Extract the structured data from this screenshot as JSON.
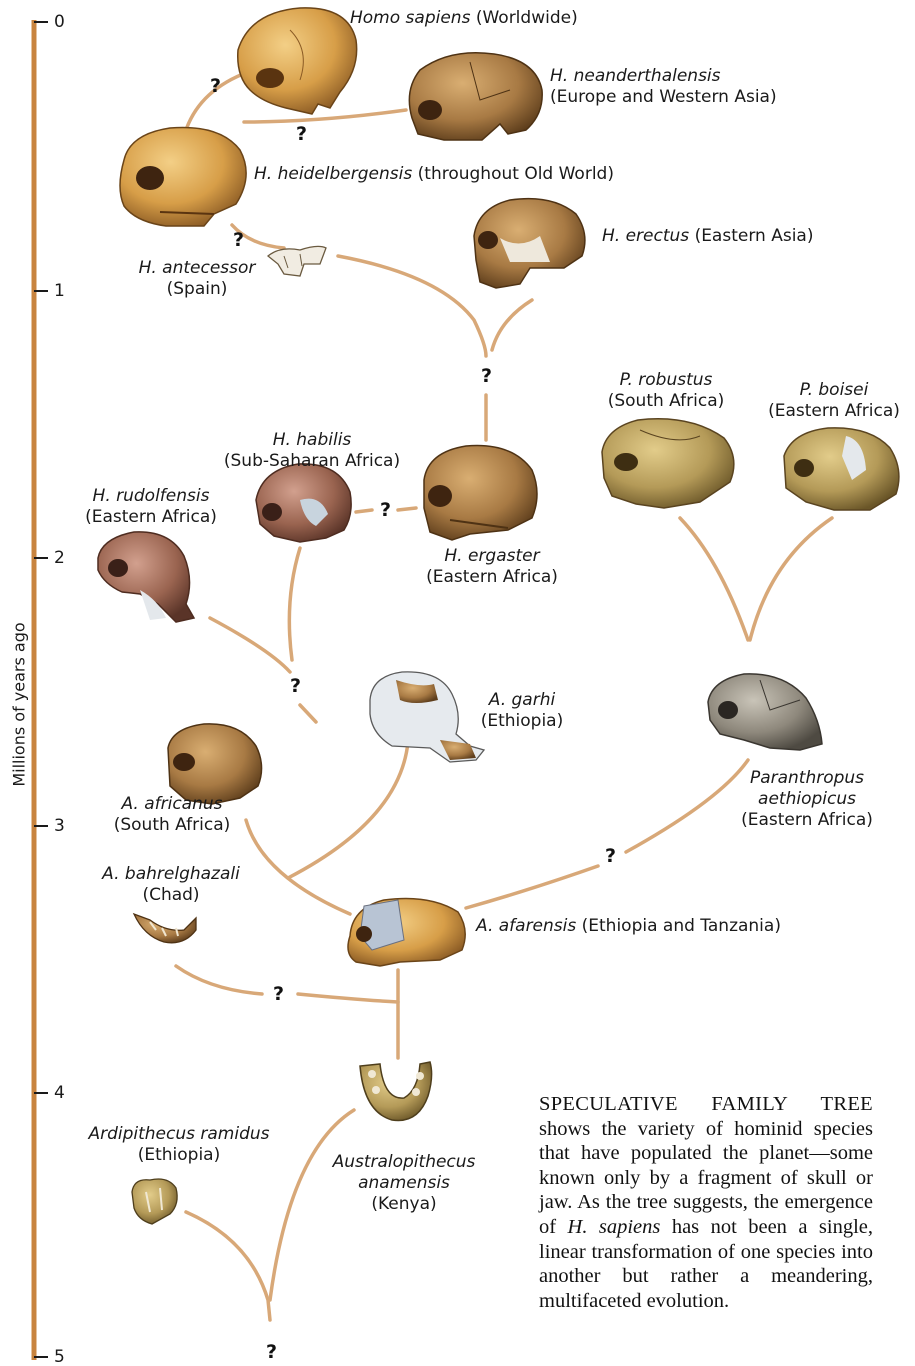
{
  "axis": {
    "label": "Millions of years ago",
    "ticks": [
      "0",
      "1",
      "2",
      "3",
      "4",
      "5"
    ],
    "color": "#c8843f"
  },
  "species": {
    "sapiens": {
      "name": "Homo sapiens",
      "region": "(Worldwide)"
    },
    "neanderthalensis": {
      "name": "H. neanderthalensis",
      "region": "(Europe and Western Asia)"
    },
    "heidelbergensis": {
      "name": "H. heidelbergensis",
      "region": "(throughout Old World)"
    },
    "antecessor": {
      "name": "H. antecessor",
      "region": "(Spain)"
    },
    "erectus": {
      "name": "H. erectus",
      "region": "(Eastern Asia)"
    },
    "robustus": {
      "name": "P. robustus",
      "region": "(South Africa)"
    },
    "boisei": {
      "name": "P. boisei",
      "region": "(Eastern Africa)"
    },
    "habilis": {
      "name": "H. habilis",
      "region": "(Sub-Saharan Africa)"
    },
    "rudolfensis": {
      "name": "H. rudolfensis",
      "region": "(Eastern Africa)"
    },
    "ergaster": {
      "name": "H. ergaster",
      "region": "(Eastern Africa)"
    },
    "garhi": {
      "name": "A. garhi",
      "region": "(Ethiopia)"
    },
    "africanus": {
      "name": "A. africanus",
      "region": "(South Africa)"
    },
    "aethiopicus": {
      "name_line1": "Paranthropus",
      "name_line2": "aethiopicus",
      "region": "(Eastern Africa)"
    },
    "bahrelghazali": {
      "name": "A. bahrelghazali",
      "region": "(Chad)"
    },
    "afarensis": {
      "name": "A. afarensis",
      "region": "(Ethiopia and Tanzania)"
    },
    "ramidus": {
      "name": "Ardipithecus ramidus",
      "region": "(Ethiopia)"
    },
    "anamensis": {
      "name_line1": "Australopithecus",
      "name_line2": "anamensis",
      "region": "(Kenya)"
    }
  },
  "uncertain_mark": "?",
  "caption": {
    "heading": "SPECULATIVE FAMILY TREE",
    "body_1": "shows the variety of hominid species that have populated the planet—some known only by a fragment of skull or jaw. As the tree suggests, the emergence of",
    "italic_1": "H. sapiens",
    "body_2": "has not been a single, linear transformation of one species into another but rather a meandering, multifaceted evolution."
  },
  "colors": {
    "branch": "#d8a878",
    "bone_light": "#e0b262",
    "bone_mid": "#c48a3c",
    "bone_dark": "#7a4e22",
    "bone_grey": "#9a9488",
    "bone_reddish": "#9a6450",
    "plaster": "#e4e8ec"
  }
}
